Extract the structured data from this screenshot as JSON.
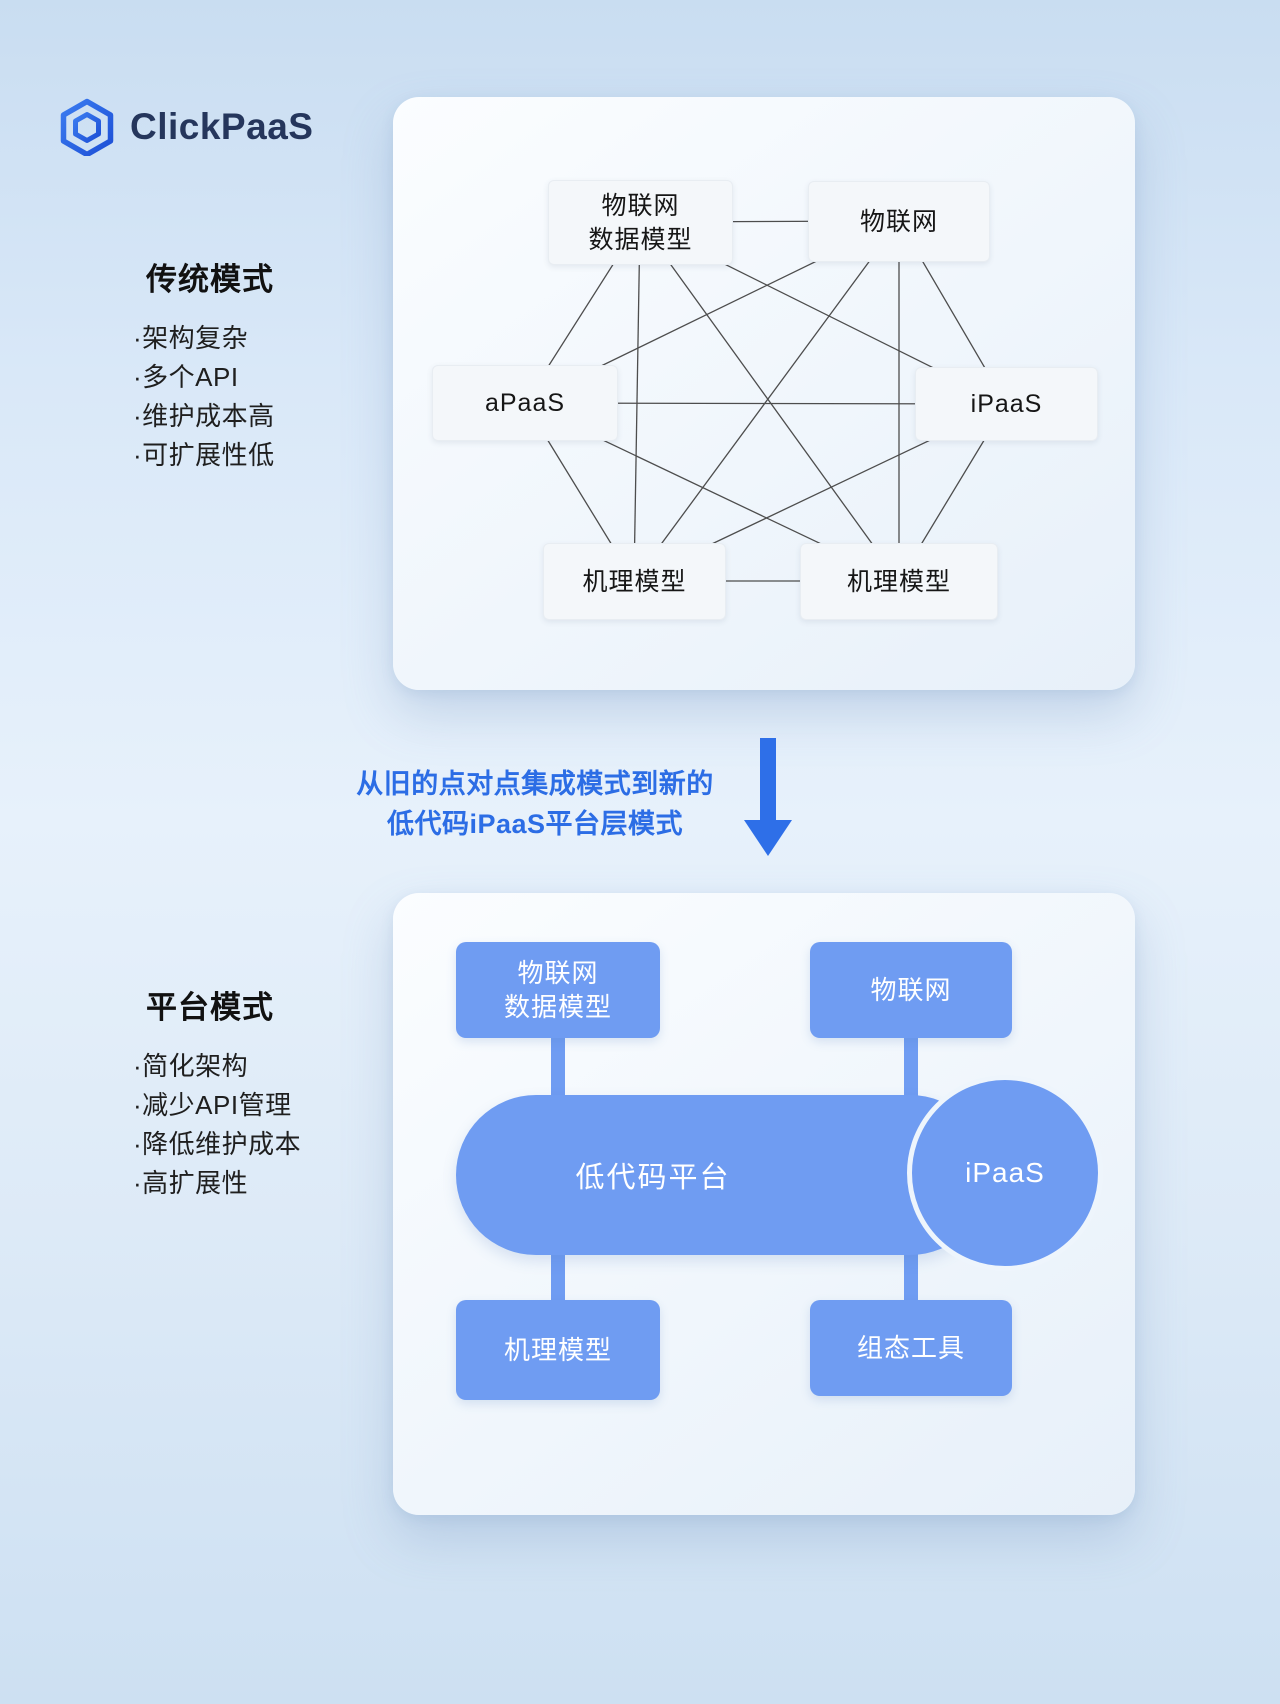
{
  "brand": {
    "name": "ClickPaaS"
  },
  "colors": {
    "accent_blue": "#6f9cf2",
    "arrow_blue": "#2e6fe8",
    "caption_blue": "#2c6de5",
    "mesh_line_gray": "#4d4d4d",
    "panel_bg": "#f3f8fd",
    "page_bg_top": "#c9ddf1"
  },
  "traditional_section": {
    "title": "传统模式",
    "bullets": [
      "·架构复杂",
      "·多个API",
      "·维护成本高",
      "·可扩展性低"
    ],
    "diagram_nodes": {
      "iot_data_model": "物联网\n数据模型",
      "iot": "物联网",
      "apaas": "aPaaS",
      "ipaas": "iPaaS",
      "mechanism_left": "机理模型",
      "mechanism_right": "机理模型"
    }
  },
  "transition": {
    "caption_line1": "从旧的点对点集成模式到新的",
    "caption_line2": "低代码iPaaS平台层模式"
  },
  "platform_section": {
    "title": "平台模式",
    "bullets": [
      "·简化架构",
      "·减少API管理",
      "·降低维护成本",
      "·高扩展性"
    ],
    "diagram_nodes": {
      "iot_data_model": "物联网\n数据模型",
      "iot": "物联网",
      "low_code_platform": "低代码平台",
      "ipaas": "iPaaS",
      "mechanism": "机理模型",
      "config_tools": "组态工具"
    }
  }
}
